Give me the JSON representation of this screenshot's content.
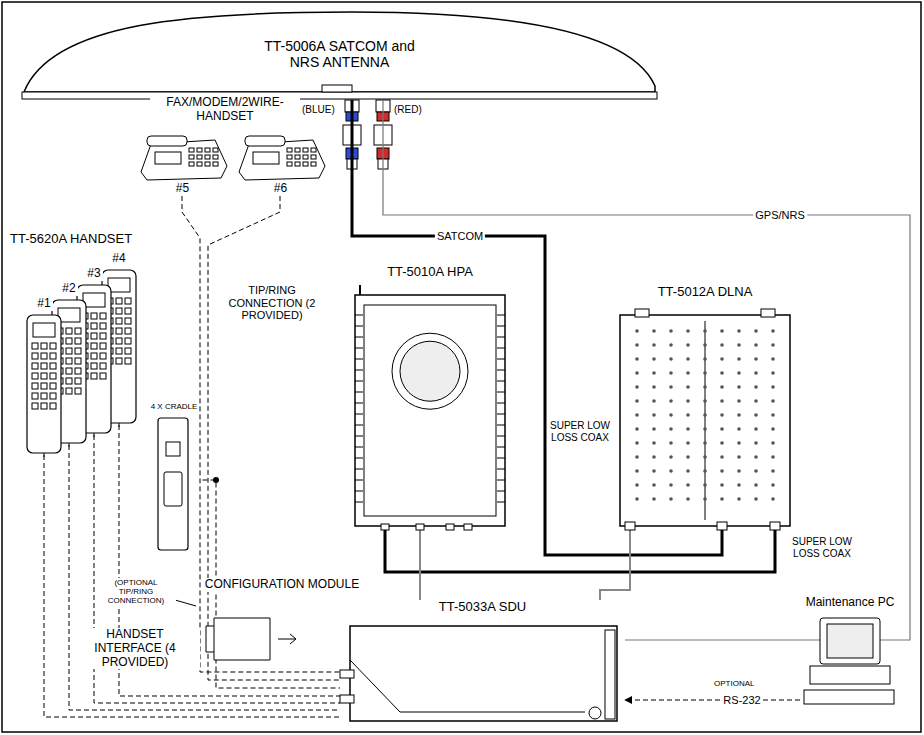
{
  "diagram": {
    "nodes": [
      {
        "text": [
          "TT-5006A SATCOM and NRS ANTENNA"
        ]
      },
      {
        "text": [
          "#5"
        ]
      },
      {
        "text": [
          "#6"
        ]
      },
      {
        "text": [
          "TT-5010A HPA"
        ]
      },
      {
        "text": [
          "TT-5012A DLNA"
        ]
      },
      {
        "text": [
          "#1"
        ]
      },
      {
        "text": [
          "#2"
        ]
      },
      {
        "text": [
          "#3"
        ]
      },
      {
        "text": [
          "#4"
        ]
      },
      {
        "text": [
          "4 X CRADLE"
        ]
      },
      {
        "text": [
          "CONFIGURATION MODULE"
        ]
      },
      {
        "text": [
          "TT-5033A SDU"
        ]
      },
      {
        "text": [
          "Maintenance PC"
        ]
      }
    ],
    "edges": [
      {
        "from": 0,
        "to": 4,
        "label": "SATCOM",
        "arrow": "none"
      },
      {
        "from": 0,
        "to": 11,
        "label": "GPS/NRS",
        "arrow": "none"
      },
      {
        "from": 3,
        "to": 4,
        "arrow": "none"
      },
      {
        "from": 4,
        "to": 11,
        "arrow": "none"
      },
      {
        "from": 3,
        "to": 11,
        "arrow": "none"
      },
      {
        "from": 5,
        "to": 11,
        "arrow": "none"
      },
      {
        "from": 6,
        "to": 11,
        "arrow": "none"
      },
      {
        "from": 7,
        "to": 11,
        "arrow": "none"
      },
      {
        "from": 8,
        "to": 11,
        "arrow": "none"
      },
      {
        "from": 9,
        "to": 11,
        "arrow": "none"
      },
      {
        "from": 1,
        "to": 11,
        "arrow": "none"
      },
      {
        "from": 2,
        "to": 11,
        "arrow": "none"
      },
      {
        "from": 12,
        "to": 11,
        "label": "RS-232",
        "arrow": "to"
      }
    ],
    "labels": [
      "(BLUE)",
      "(RED)",
      "FAX/MODEM/2WIRE- HANDSET",
      "TT-5620A HANDSET",
      "TIP/RING CONNECTION (2 PROVIDED)",
      "SUPER LOW LOSS COAX",
      "SUPER LOW LOSS COAX",
      "(OPTIONAL TIP/RING CONNECTION)",
      "HANDSET INTERFACE (4 PROVIDED)",
      "OPTIONAL"
    ]
  }
}
